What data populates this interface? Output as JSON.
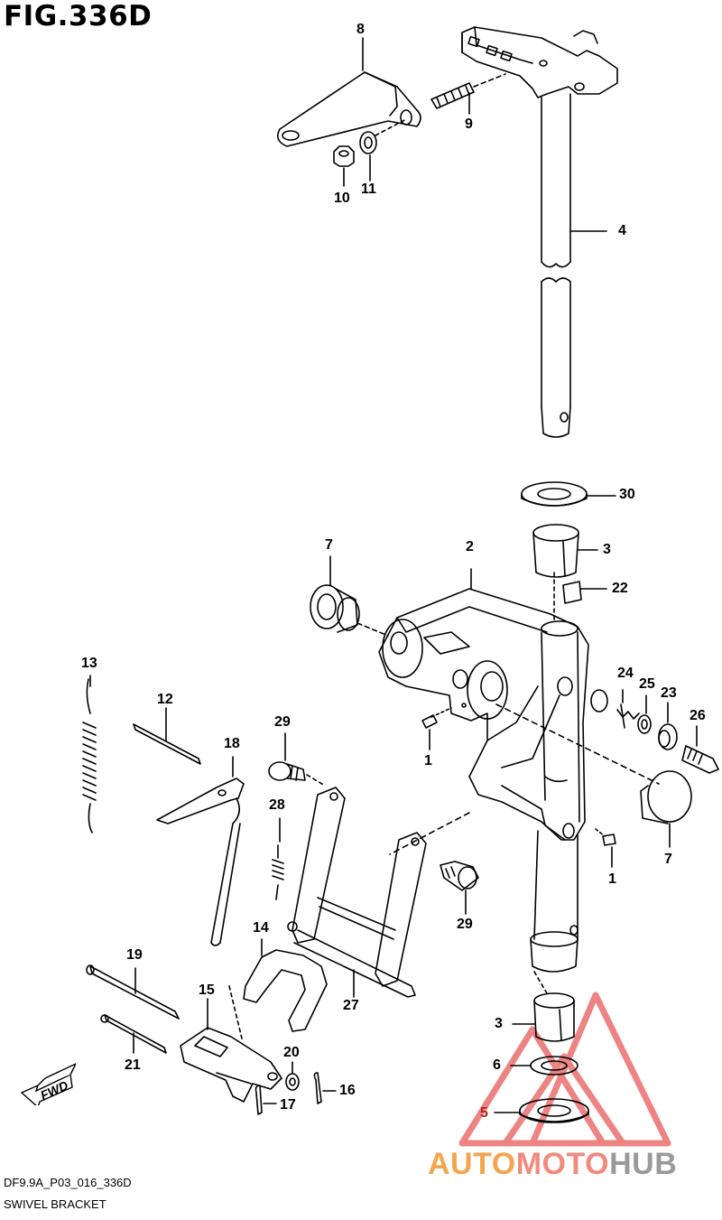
{
  "figure": {
    "title": "FIG.336D",
    "code": "DF9.9A_P03_016_336D",
    "caption": "SWIVEL BRACKET"
  },
  "direction_label": "FWD",
  "watermark": {
    "part_a": "AUTO",
    "part_b": "MOTO",
    "part_c": "HUB",
    "colors": {
      "auto": "#f4a64f",
      "moto": "#f28b7d",
      "hub": "#9a9a9a",
      "triangle": "#e85a5a"
    }
  },
  "callouts": {
    "c8": "8",
    "c9": "9",
    "c10": "10",
    "c11": "11",
    "c4": "4",
    "c30": "30",
    "c3a": "3",
    "c22": "22",
    "c2": "2",
    "c7a": "7",
    "c13": "13",
    "c12": "12",
    "c29a": "29",
    "c18": "18",
    "c1a": "1",
    "c24": "24",
    "c25": "25",
    "c23": "23",
    "c26": "26",
    "c7b": "7",
    "c1b": "1",
    "c28": "28",
    "c29b": "29",
    "c14": "14",
    "c19": "19",
    "c15": "15",
    "c27": "27",
    "c3b": "3",
    "c20": "20",
    "c6": "6",
    "c21": "21",
    "c16": "16",
    "c17": "17",
    "c5": "5"
  }
}
